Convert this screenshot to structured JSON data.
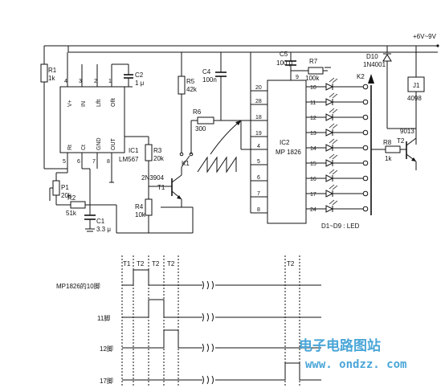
{
  "supply": "+6V~9V",
  "components": {
    "R1": [
      "R1",
      "1k"
    ],
    "C2": [
      "C2",
      "1 μ"
    ],
    "R5": [
      "R5",
      "42k"
    ],
    "C4": [
      "C4",
      "100n"
    ],
    "C5": [
      "C5",
      "100 μ"
    ],
    "R7": [
      "R7",
      "100k"
    ],
    "D10": [
      "D10",
      "1N4001"
    ],
    "J1": [
      "J1",
      "4098"
    ],
    "R6": [
      "R6",
      "300"
    ],
    "R3": [
      "R3",
      "20k"
    ],
    "T1": [
      "2N3904",
      "T1"
    ],
    "R4": [
      "R4",
      "10k"
    ],
    "P1": [
      "P1",
      "20k"
    ],
    "R2": [
      "R2",
      "51k"
    ],
    "C1": [
      "C1",
      "3.3 μ"
    ],
    "R8": [
      "R8",
      "1k"
    ],
    "T2": [
      "9013",
      "T2"
    ],
    "K1": "K1",
    "K2": "K2"
  },
  "ic1": {
    "name": "IC1",
    "part": "LM567",
    "pins_top": [
      "4",
      "3",
      "2",
      "1"
    ],
    "pin_labels_top": [
      "V+",
      "IN",
      "Lflt",
      "Oflt"
    ],
    "pins_bottom": [
      "5",
      "6",
      "7",
      "8"
    ],
    "pin_labels_bottom": [
      "Rt",
      "Ct",
      "GND",
      "OUT"
    ]
  },
  "ic2": {
    "name": "IC2",
    "part": "MP 1826",
    "left_pins": [
      "20",
      "28",
      "18",
      "19",
      "4",
      "5",
      "6",
      "7",
      "8"
    ],
    "right_pins": [
      "10",
      "11",
      "12",
      "13",
      "14",
      "15",
      "16",
      "17",
      "24"
    ],
    "top_pin": "9"
  },
  "led_note": "D1~D9 : LED",
  "timing": {
    "period_labels": [
      "T1",
      "T2",
      "T2",
      "T2"
    ],
    "late_label": "T2",
    "rows": [
      "MP1826的10脚",
      "11脚",
      "12脚",
      "17脚"
    ]
  },
  "watermark": {
    "cn": "电子电路图站",
    "url": "www. ondzz. com"
  }
}
